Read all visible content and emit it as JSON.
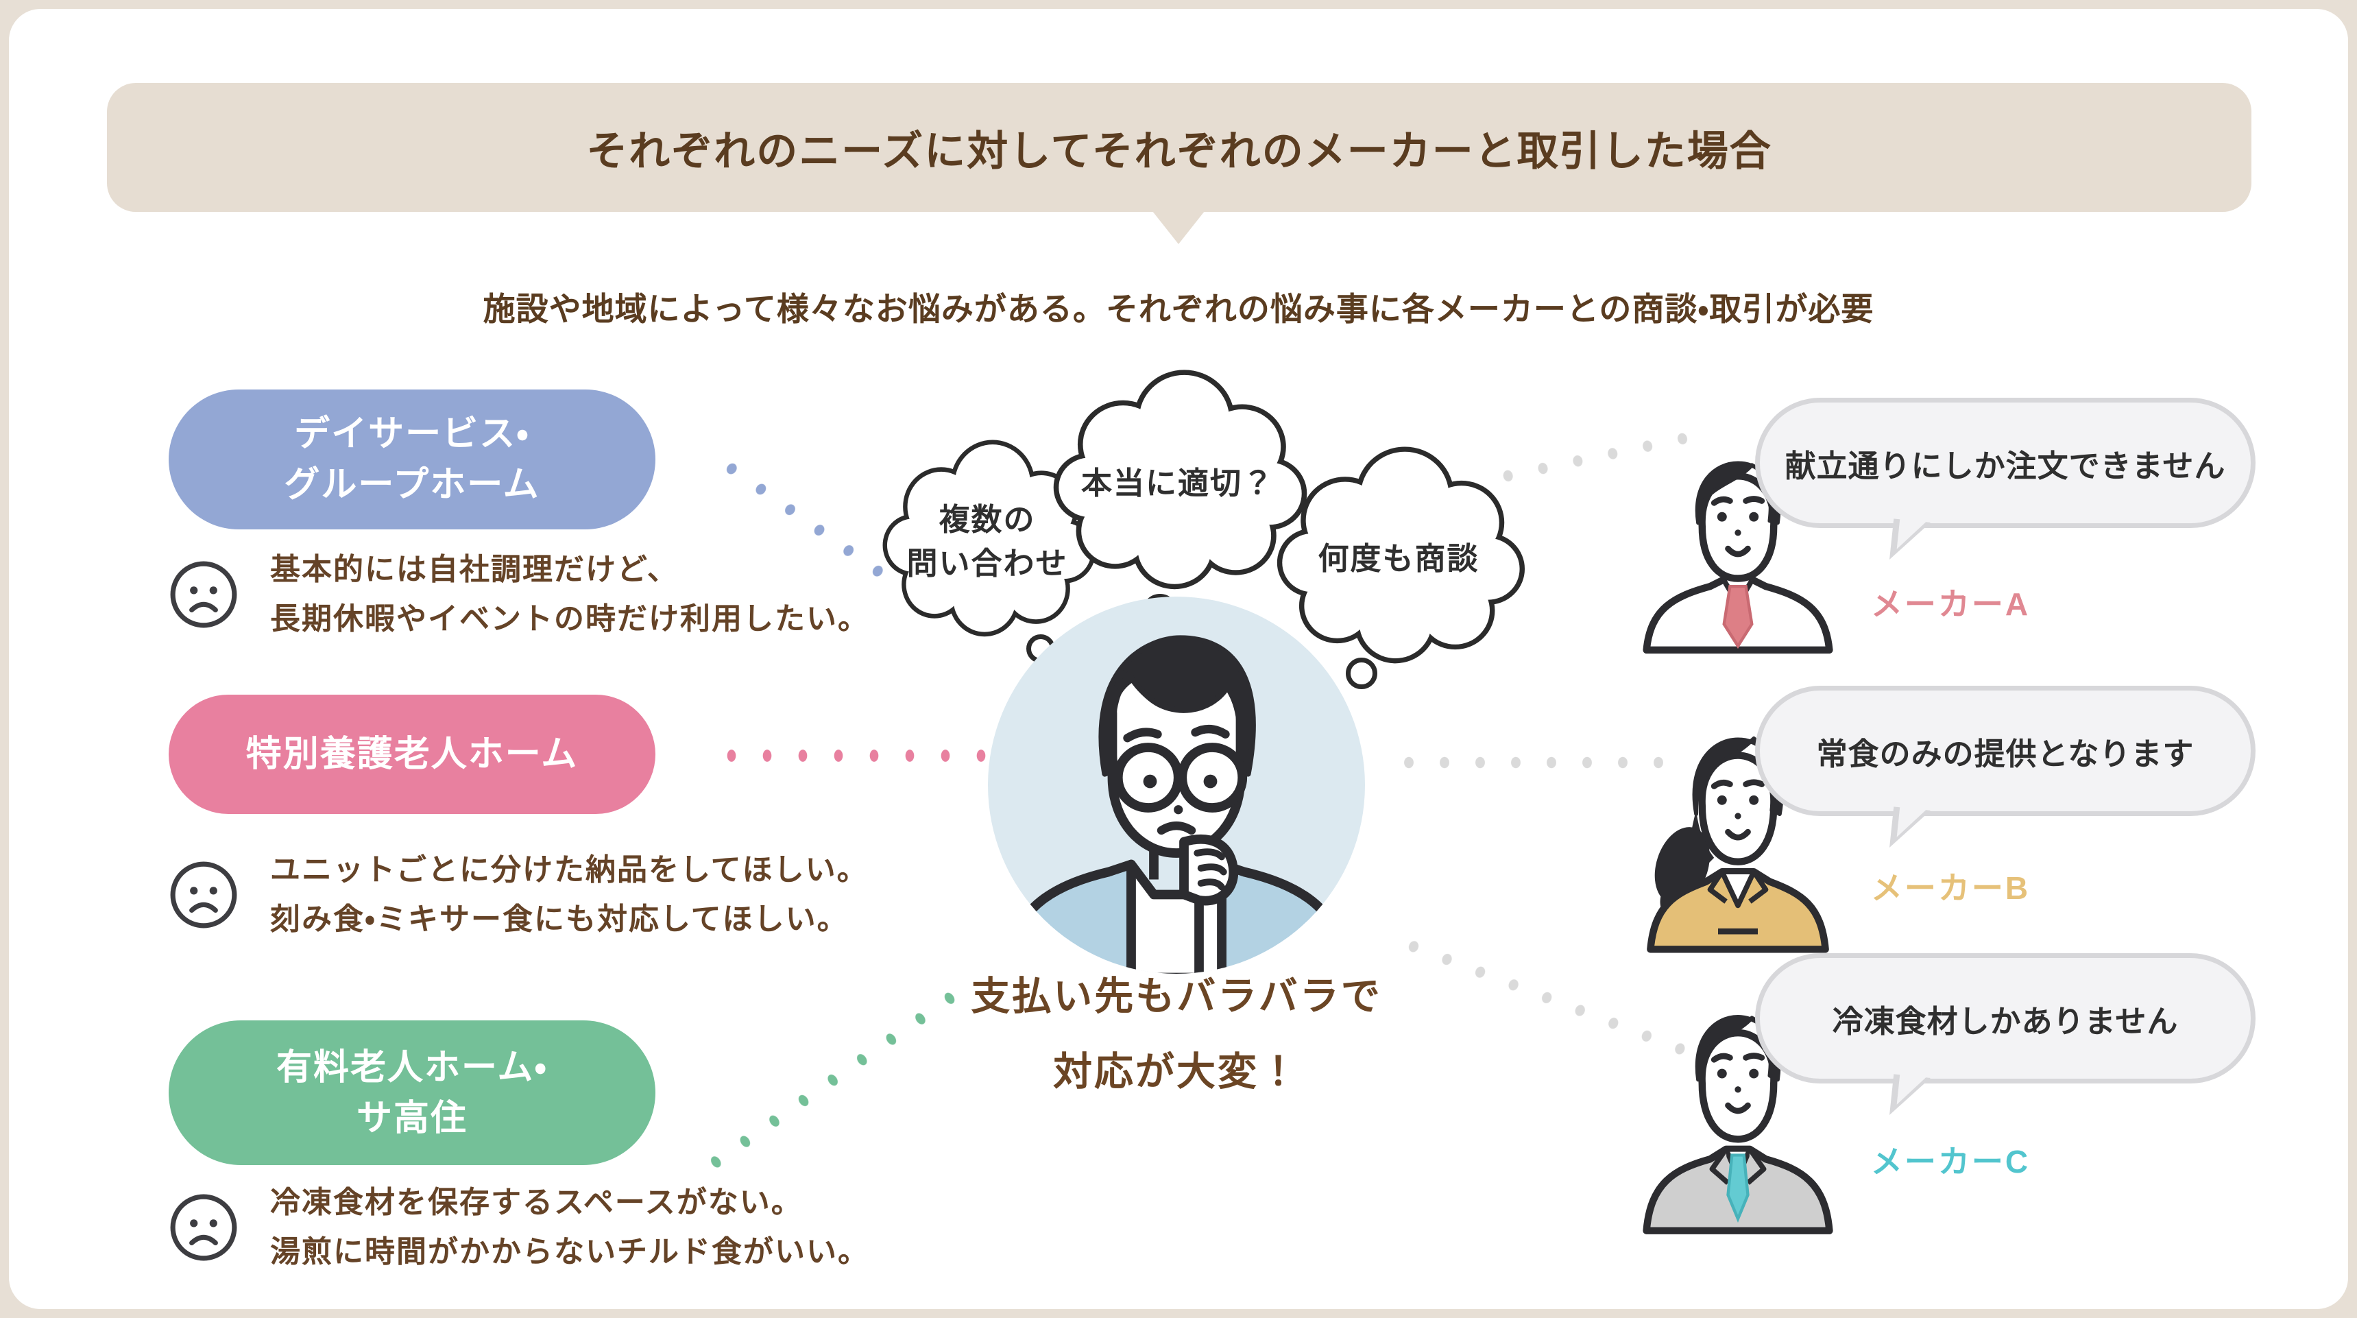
{
  "header": {
    "title": "それぞれのニーズに対してそれぞれのメーカーと取引した場合"
  },
  "subtitle": "施設や地域によって様々なお悩みがある。それぞれの悩み事に各メーカーとの商談・取引が必要",
  "colors": {
    "frame_beige": "#e7dfd5",
    "header_bg": "#e6ddd2",
    "header_text": "#5a3c20",
    "complaint_text": "#654327",
    "facility_blue": "#93a7d4",
    "facility_pink": "#e8809f",
    "facility_green": "#74c098",
    "connector_gray": "#dadada",
    "maker_a_color": "#e08892",
    "maker_b_color": "#e6c179",
    "maker_c_color": "#52c5ce",
    "person_circle_bg": "#dce9f0"
  },
  "facilities": [
    {
      "label_lines": [
        "デイサービス・",
        "グループホーム"
      ],
      "complaint_lines": [
        "基本的には自社調理だけど、",
        "長期休暇やイベントの時だけ利用したい。"
      ]
    },
    {
      "label_lines": [
        "特別養護老人ホーム"
      ],
      "complaint_lines": [
        "ユニットごとに分けた納品をしてほしい。",
        "刻み食・ミキサー食にも対応してほしい。"
      ]
    },
    {
      "label_lines": [
        "有料老人ホーム・",
        "サ高住"
      ],
      "complaint_lines": [
        "冷凍食材を保存するスペースがない。",
        "湯煎に時間がかからないチルド食がいい。"
      ]
    }
  ],
  "thought_bubbles": [
    {
      "lines": [
        "複数の",
        "問い合わせ"
      ]
    },
    {
      "lines": [
        "本当に適切？"
      ]
    },
    {
      "lines": [
        "何度も商談"
      ]
    }
  ],
  "center_person": {
    "caption_lines": [
      "支払い先もバラバラで",
      "対応が大変！"
    ]
  },
  "makers": [
    {
      "speech": "献立通りにしか注文できません",
      "name": "メーカーA"
    },
    {
      "speech": "常食のみの提供となります",
      "name": "メーカーB"
    },
    {
      "speech": "冷凍食材しかありません",
      "name": "メーカーC"
    }
  ]
}
